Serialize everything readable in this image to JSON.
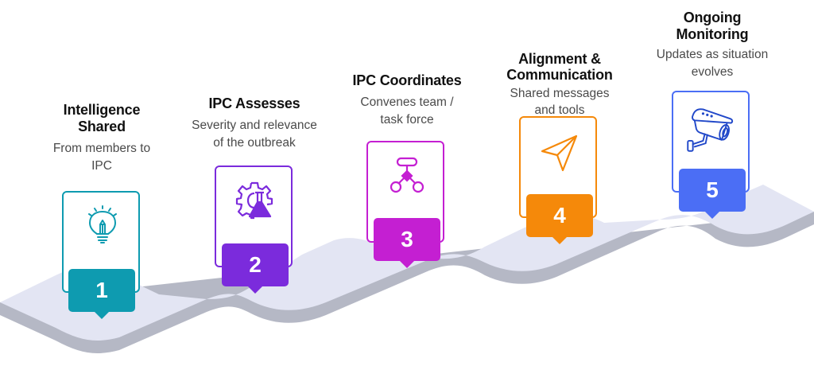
{
  "diagram": {
    "type": "process-steps",
    "steps": [
      {
        "number": "1",
        "title_line1": "Intelligence",
        "title_line2": "Shared",
        "desc_line1": "From members to",
        "desc_line2": "IPC",
        "icon": "lightbulb-pencil-icon",
        "color": "#0e9bb0"
      },
      {
        "number": "2",
        "title_line1": "IPC Assesses",
        "title_line2": "",
        "desc_line1": "Severity and relevance",
        "desc_line2": "of the outbreak",
        "icon": "gear-flask-icon",
        "color": "#7b2bdc"
      },
      {
        "number": "3",
        "title_line1": "IPC Coordinates",
        "title_line2": "",
        "desc_line1": "Convenes team /",
        "desc_line2": "task force",
        "icon": "org-network-icon",
        "color": "#c41fd2"
      },
      {
        "number": "4",
        "title_line1": "Alignment &",
        "title_line2": "Communication",
        "desc_line1": "Shared messages",
        "desc_line2": "and tools",
        "icon": "paper-plane-icon",
        "color": "#f5890a"
      },
      {
        "number": "5",
        "title_line1": "Ongoing",
        "title_line2": "Monitoring",
        "desc_line1": "Updates as situation",
        "desc_line2": "evolves",
        "icon": "security-camera-icon",
        "color": "#4b6ef5"
      }
    ],
    "ribbon_top_color": "#e3e5f3",
    "ribbon_side_color": "#b5b8c5"
  }
}
